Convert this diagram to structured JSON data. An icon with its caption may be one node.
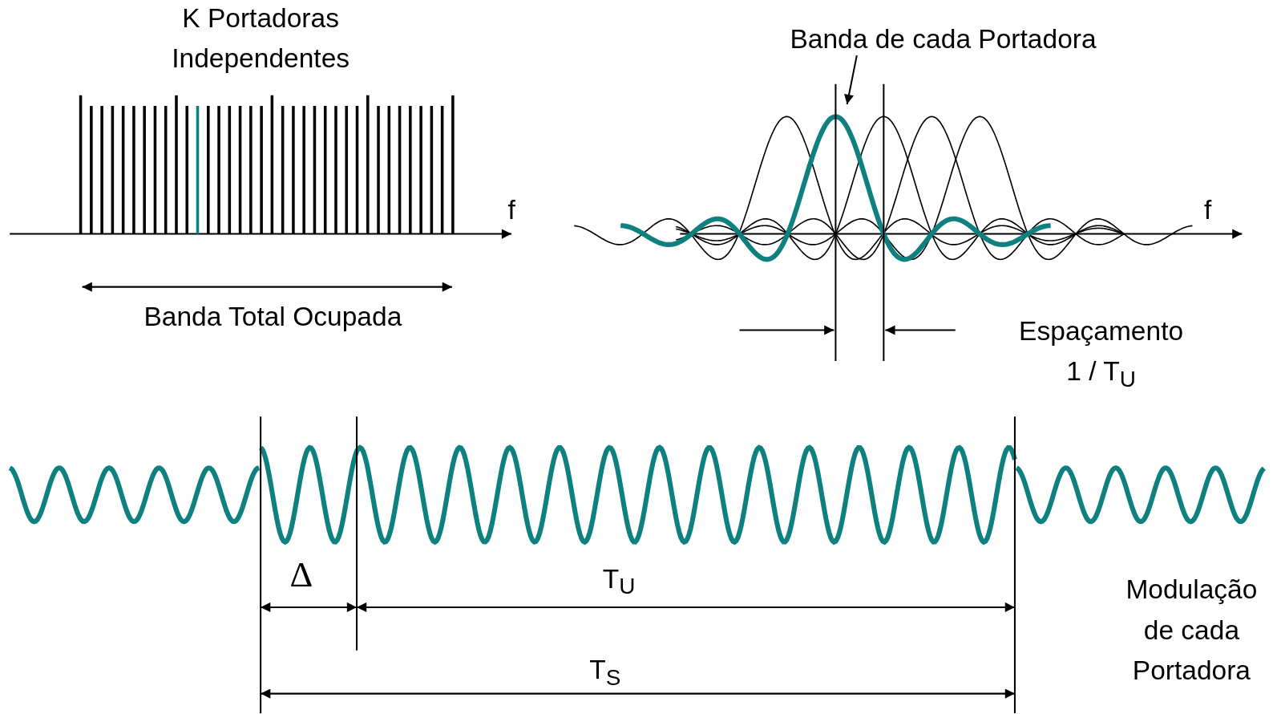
{
  "diagram": {
    "nodes": [
      {
        "text": [
          "Banda de cada Portadora"
        ]
      },
      {
        "text": [],
        "shape": "picture"
      }
    ],
    "edges": [
      {
        "from": 0,
        "to": 1,
        "arrow": "to"
      }
    ],
    "labels": [
      "K Portadoras Independentes",
      "f",
      "Banda Total Ocupada",
      "f",
      "Espaçamento 1 / T$_{U}$",
      "Δ",
      "T$_{U}$",
      "Modulação de cada Portadora",
      "T$_{S}$"
    ]
  }
}
